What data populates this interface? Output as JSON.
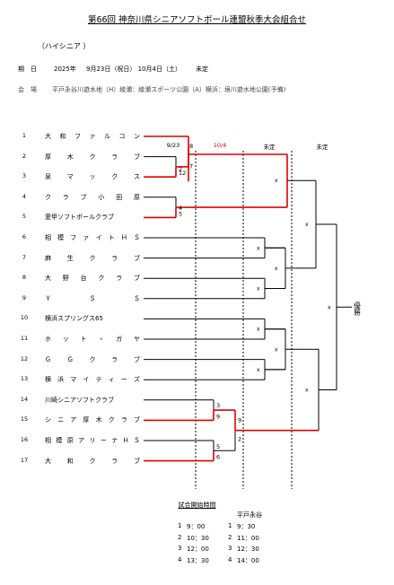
{
  "header": {
    "title": "第66回 神奈川県シニアソフトボール連盟秋季大会組合せ",
    "division": "（ハイシニア ）",
    "date_label": "期　日",
    "date_year": "2025年",
    "date_values": "9月23日（祝日）  10月4日（土）",
    "date_tbd": "未定",
    "venue_label": "会　場",
    "venue_value": "平戸永谷川遊水地（H）綾瀬：綾瀬スポーツ公園（A）横浜：境川遊水地公園(予備)"
  },
  "columns": [
    "9/23",
    "10/4",
    "未定",
    "未定"
  ],
  "teams": [
    {
      "seed": "1",
      "name": "大和ファルコン",
      "spaced": true
    },
    {
      "seed": "2",
      "name": "厚木クラブ",
      "spaced": true
    },
    {
      "seed": "3",
      "name": "泉マックス",
      "spaced": true
    },
    {
      "seed": "4",
      "name": "クラブ小田原",
      "spaced": true
    },
    {
      "seed": "5",
      "name": "愛甲ソフトボールクラブ",
      "spaced": false
    },
    {
      "seed": "6",
      "name": "相模ファイトＨＳ",
      "spaced": true
    },
    {
      "seed": "7",
      "name": "麻生クラブ",
      "spaced": true
    },
    {
      "seed": "8",
      "name": "大野台クラブ",
      "spaced": true
    },
    {
      "seed": "9",
      "name": "ＹＳＳ",
      "spaced": true
    },
    {
      "seed": "10",
      "name": "横浜スプリングス65",
      "spaced": false
    },
    {
      "seed": "11",
      "name": "ホット・ガヤ",
      "spaced": true
    },
    {
      "seed": "12",
      "name": "ＧＧクラブ",
      "spaced": true
    },
    {
      "seed": "13",
      "name": "横浜マイティーズ",
      "spaced": true
    },
    {
      "seed": "14",
      "name": "川崎シニアソフトクラブ",
      "spaced": false
    },
    {
      "seed": "15",
      "name": "シニア厚木クラブ",
      "spaced": true
    },
    {
      "seed": "16",
      "name": "相模原アリーナＨＳ",
      "spaced": true
    },
    {
      "seed": "17",
      "name": "大和クラブ",
      "spaced": true
    }
  ],
  "scores": {
    "r1_2v3_top": "2",
    "r1_2v3_bottom": "12",
    "r1_2v3_right": "7",
    "r1_4v5_top": "4",
    "r1_4v5_bottom": "5",
    "r2_1_top": "8",
    "r1_14v15_top": "3",
    "r1_14v15_bottom": "9",
    "r1_16v17_top": "5",
    "r1_16v17_bottom": "6",
    "r2_bottom_top": "9",
    "r2_bottom_bottom": "2"
  },
  "pending_mark": "x",
  "champion_label": "優勝",
  "schedule": {
    "title": "試合開始時間",
    "venue_head": "平戸永谷",
    "rows": [
      {
        "no1": "1",
        "time1": "9：00",
        "no2": "1",
        "time2": "9：30"
      },
      {
        "no1": "2",
        "time1": "10：30",
        "no2": "2",
        "time2": "11：00"
      },
      {
        "no1": "3",
        "time1": "12：00",
        "no2": "3",
        "time2": "12：30"
      },
      {
        "no1": "4",
        "time1": "13：30",
        "no2": "4",
        "time2": "14：00"
      }
    ]
  },
  "colors": {
    "winner_line": "#e00000",
    "column_header_highlight": "#e00000",
    "line": "#000000"
  }
}
